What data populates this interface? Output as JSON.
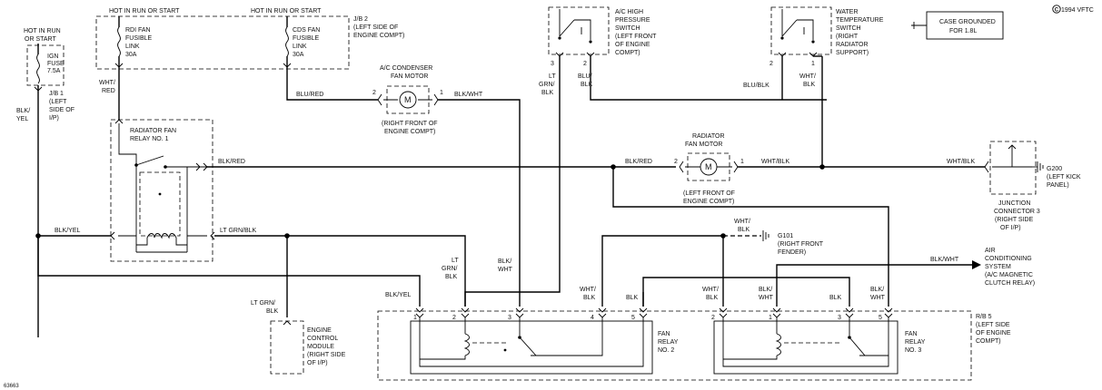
{
  "copyright": "1994 VFTC",
  "figure_id": "63663",
  "power": {
    "hot_run_start_left": [
      "HOT IN RUN",
      "OR START"
    ],
    "hot_run_start_top1": "HOT IN RUN OR START",
    "hot_run_start_top2": "HOT IN RUN OR START"
  },
  "components": {
    "ign_fuse": [
      "IGN",
      "FUSE",
      "7.5A"
    ],
    "jb1": [
      "J/B 1",
      "(LEFT",
      "SIDE OF",
      "I/P)"
    ],
    "jb2": [
      "J/B 2",
      "(LEFT SIDE OF",
      "ENGINE COMPT)"
    ],
    "rdi_fan_link": [
      "RDI FAN",
      "FUSIBLE",
      "LINK",
      "30A"
    ],
    "cds_fan_link": [
      "CDS FAN",
      "FUSIBLE",
      "LINK",
      "30A"
    ],
    "ac_condenser_fan_motor": [
      "A/C CONDENSER",
      "FAN MOTOR"
    ],
    "ac_condenser_location": [
      "(RIGHT FRONT OF",
      "ENGINE COMPT)"
    ],
    "ac_high_pressure_switch": [
      "A/C HIGH",
      "PRESSURE",
      "SWITCH",
      "(LEFT FRONT",
      "OF ENGINE",
      "COMPT)"
    ],
    "water_temp_switch": [
      "WATER",
      "TEMPERATURE",
      "SWITCH",
      "(RIGHT",
      "RADIATOR",
      "SUPPORT)"
    ],
    "case_grounded": [
      "CASE GROUNDED",
      "FOR 1.8L"
    ],
    "radiator_fan_relay_1": [
      "RADIATOR FAN",
      "RELAY NO. 1"
    ],
    "radiator_fan_motor": [
      "RADIATOR",
      "FAN MOTOR"
    ],
    "radiator_fan_location": [
      "(LEFT FRONT OF",
      "ENGINE COMPT)"
    ],
    "g200": [
      "G200",
      "(LEFT KICK",
      "PANEL)"
    ],
    "junction_connector_3": [
      "JUNCTION",
      "CONNECTOR 3",
      "(RIGHT SIDE",
      "OF I/P)"
    ],
    "g101": [
      "G101",
      "(RIGHT FRONT",
      "FENDER)"
    ],
    "air_conditioning": [
      "AIR",
      "CONDITIONING",
      "SYSTEM",
      "(A/C MAGNETIC",
      "CLUTCH RELAY)"
    ],
    "ecm": [
      "ENGINE",
      "CONTROL",
      "MODULE",
      "(RIGHT SIDE",
      "OF I/P)"
    ],
    "rb5": [
      "R/B 5",
      "(LEFT SIDE",
      "OF ENGINE",
      "COMPT)"
    ],
    "fan_relay_2": [
      "FAN",
      "RELAY",
      "NO. 2"
    ],
    "fan_relay_3": [
      "FAN",
      "RELAY",
      "NO. 3"
    ],
    "motor_symbol": "M"
  },
  "wires": {
    "wht_red": [
      "WHT/",
      "RED"
    ],
    "blk_yel_left": [
      "BLK/",
      "YEL"
    ],
    "blu_red": "BLU/RED",
    "blk_wht_cond": "BLK/WHT",
    "lt_grn_blk_sw": [
      "LT",
      "GRN/",
      "BLK"
    ],
    "blu_blk_sw": [
      "BLU/",
      "BLK"
    ],
    "blu_blk_wt": "BLU/BLK",
    "wht_blk_wt": [
      "WHT/",
      "BLK"
    ],
    "blk_red_relay": "BLK/RED",
    "blk_red_motor": "BLK/RED",
    "wht_blk_motor": "WHT/BLK",
    "wht_blk_jc": "WHT/BLK",
    "blk_yel_bus": "BLK/YEL",
    "lt_grn_blk_bus": "LT GRN/BLK",
    "wht_blk_g101": [
      "WHT/",
      "BLK"
    ],
    "blk_wht_ac": "BLK/WHT",
    "lt_grn_blk_ecm": [
      "LT GRN/",
      "BLK"
    ],
    "blk_yel_rb": "BLK/YEL",
    "lt_grn_blk_rb": [
      "LT",
      "GRN/",
      "BLK"
    ],
    "blk_wht_rb": [
      "BLK/",
      "WHT"
    ],
    "wht_blk_rb4": [
      "WHT/",
      "BLK"
    ],
    "blk_rb5": "BLK",
    "wht_blk_rb3_2": [
      "WHT/",
      "BLK"
    ],
    "blk_wht_rb3_1": [
      "BLK/",
      "WHT"
    ],
    "blk_rb3_3": "BLK",
    "blk_wht_rb3_5": [
      "BLK/",
      "WHT"
    ]
  },
  "pins": {
    "cond_left": "2",
    "cond_right": "1",
    "sw_left": "3",
    "sw_right": "2",
    "wt_left": "2",
    "wt_right": "1",
    "rfm_left": "2",
    "rfm_right": "1",
    "r2": [
      "1",
      "2",
      "3",
      "4",
      "5"
    ],
    "r3": [
      "2",
      "1",
      "3",
      "5"
    ]
  }
}
